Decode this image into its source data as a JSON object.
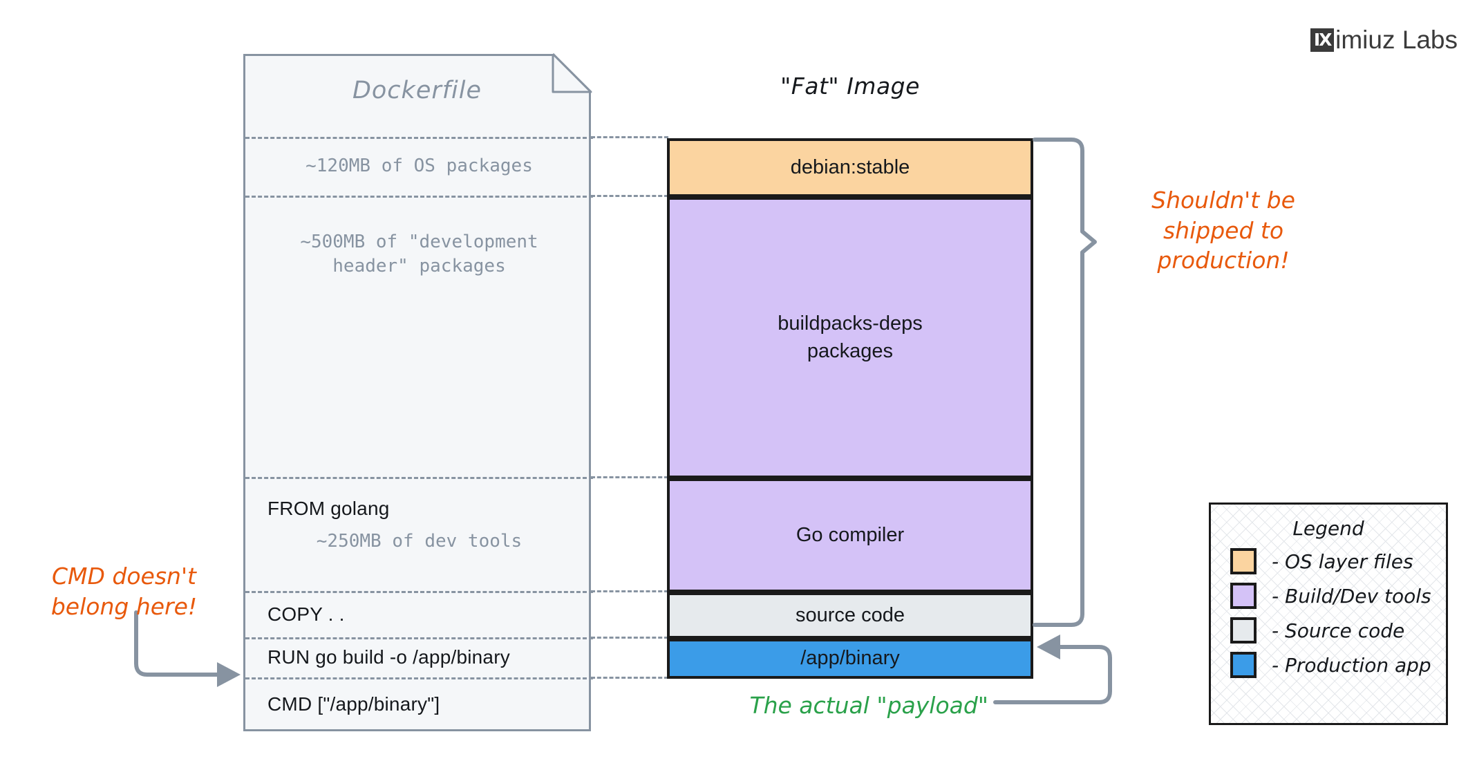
{
  "brand": {
    "mark": "IX",
    "name": "imiuz Labs"
  },
  "dockerfile": {
    "title": "Dockerfile",
    "rows": [
      {
        "kind": "note",
        "text": "~120MB of OS packages"
      },
      {
        "kind": "note",
        "text": "~500MB of \"development\nheader\" packages"
      },
      {
        "kind": "stack",
        "command": "FROM golang",
        "note": "~250MB of dev tools"
      },
      {
        "kind": "cmd",
        "text": "COPY . ."
      },
      {
        "kind": "cmd",
        "text": "RUN go build -o /app/binary"
      },
      {
        "kind": "cmd",
        "text": "CMD [\"/app/binary\"]"
      }
    ]
  },
  "image": {
    "title": "\"Fat\" Image",
    "layers": [
      {
        "label": "debian:stable",
        "color": "#fbd4a0"
      },
      {
        "label": "buildpacks-deps\npackages",
        "color": "#d4c2f7"
      },
      {
        "label": "Go compiler",
        "color": "#d4c2f7"
      },
      {
        "label": "source code",
        "color": "#e6eaed"
      },
      {
        "label": "/app/binary",
        "color": "#3b9ce8"
      }
    ]
  },
  "annotations": {
    "shipped": "Shouldn't be\nshipped to\nproduction!",
    "cmd": "CMD doesn't\nbelong here!",
    "payload": "The actual \"payload\""
  },
  "legend": {
    "title": "Legend",
    "items": [
      {
        "label": "- OS layer files",
        "color": "#fbd4a0"
      },
      {
        "label": "- Build/Dev tools",
        "color": "#d4c2f7"
      },
      {
        "label": "- Source code",
        "color": "#e6eaed"
      },
      {
        "label": "- Production app",
        "color": "#3b9ce8"
      }
    ]
  },
  "colors": {
    "os_layer": "#fbd4a0",
    "build_tools": "#d4c2f7",
    "source_code": "#e6eaed",
    "production_app": "#3b9ce8",
    "warning": "#e8590c",
    "highlight": "#2aa14a",
    "outline": "#8793a1",
    "stroke": "#1a1a1a"
  }
}
